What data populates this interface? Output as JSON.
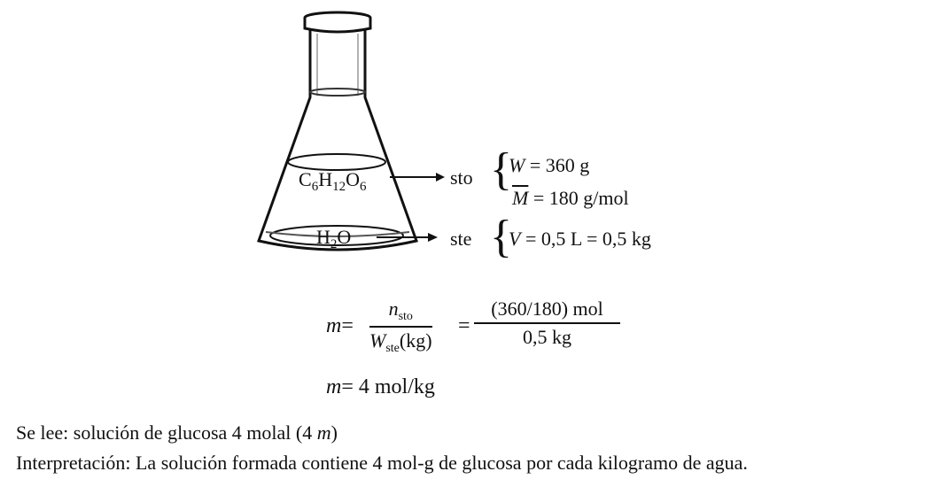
{
  "flask": {
    "solute_formula": {
      "c": "C",
      "c_n": "6",
      "h": "H",
      "h_n": "12",
      "o": "O",
      "o_n": "6"
    },
    "solvent_formula": {
      "h": "H",
      "h_n": "2",
      "o": "O"
    }
  },
  "solute": {
    "abbr": "sto",
    "mass": {
      "symbol": "W",
      "eq": "=",
      "value": "360 g"
    },
    "molar_mass": {
      "symbol": "M",
      "eq": "=",
      "value": "180 g/mol"
    }
  },
  "solvent": {
    "abbr": "ste",
    "volume": {
      "symbol": "V",
      "eq": "=",
      "value": "0,5 L = 0,5 kg"
    }
  },
  "formula": {
    "m": "m",
    "eq": "=",
    "num1_n": "n",
    "num1_sub": "sto",
    "den1_w": "W",
    "den1_sub": "ste",
    "den1_unit": "(kg)",
    "num2": "(360/180) mol",
    "den2": "0,5 kg"
  },
  "result": {
    "m": "m",
    "text": "= 4 mol/kg"
  },
  "reading": {
    "prefix": "Se lee: solución de glucosa 4 molal (4 ",
    "m": "m",
    "suffix": ")"
  },
  "interpretation": "Interpretación: La solución formada contiene 4 mol-g de glucosa por cada kilogramo de agua."
}
